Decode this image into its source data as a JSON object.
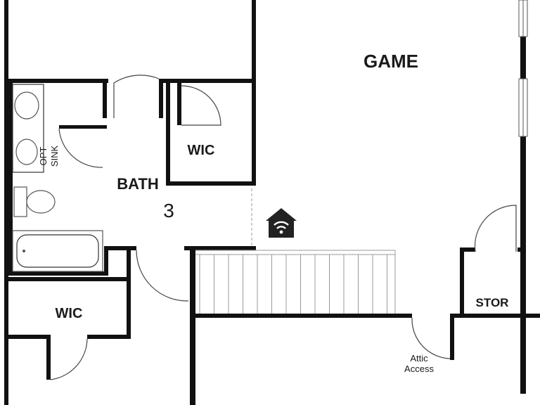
{
  "plan": {
    "rooms": {
      "game": "GAME",
      "bath": "BATH",
      "bath_number": "3",
      "wic_upper": "WIC",
      "wic_lower": "WIC",
      "stor": "STOR",
      "opt_sink_line1": "OPT",
      "opt_sink_line2": "SINK",
      "attic_line1": "Attic",
      "attic_line2": "Access"
    },
    "icons": {
      "smart_home": "smart-home-wifi-icon"
    }
  }
}
